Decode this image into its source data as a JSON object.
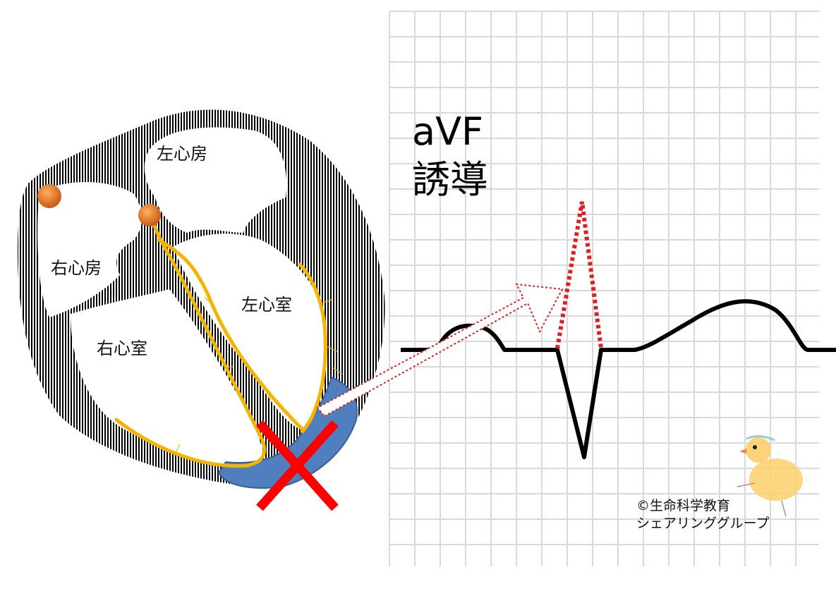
{
  "lead": {
    "line1": "aVF",
    "line2": "誘導"
  },
  "heart_labels": {
    "left_atrium": "左心房",
    "right_atrium": "右心房",
    "left_ventricle": "左心室",
    "right_ventricle": "右心室"
  },
  "credit": {
    "line1": "©生命科学教育",
    "line2": "シェアリンググループ"
  },
  "colors": {
    "grid": "#d9d9d9",
    "conduction": "#f5b400",
    "node": "#e07a20",
    "infarct": "#4f7fbf",
    "cross": "#ff0000",
    "dotted": "#e02020",
    "ecg": "#000000"
  },
  "icons": [
    "sinus-node-icon",
    "av-node-icon",
    "infarct-cross-icon",
    "chick-mascot-icon"
  ]
}
